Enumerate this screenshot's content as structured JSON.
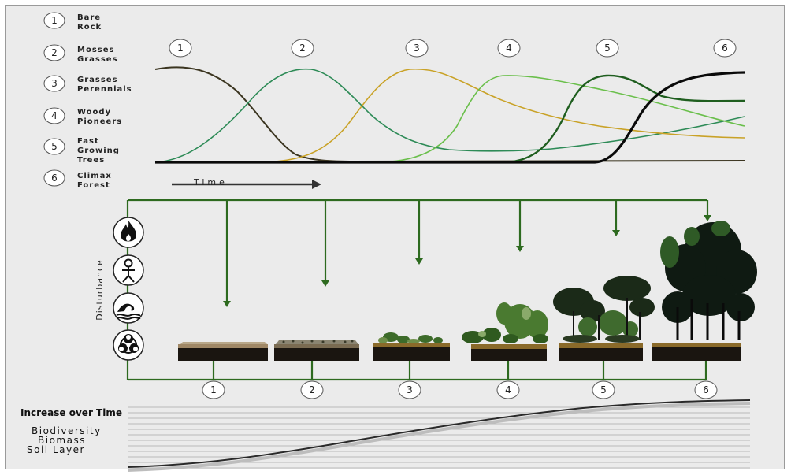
{
  "legend": [
    {
      "num": "1",
      "line1": "Bare",
      "line2": "Rock",
      "line3": ""
    },
    {
      "num": "2",
      "line1": "Mosses",
      "line2": "Grasses",
      "line3": ""
    },
    {
      "num": "3",
      "line1": "Grasses",
      "line2": "Perennials",
      "line3": ""
    },
    {
      "num": "4",
      "line1": "Woody",
      "line2": "Pioneers",
      "line3": ""
    },
    {
      "num": "5",
      "line1": "Fast",
      "line2": "Growing",
      "line3": "Trees"
    },
    {
      "num": "6",
      "line1": "Climax",
      "line2": "Forest",
      "line3": ""
    }
  ],
  "stage_numbers": [
    "1",
    "2",
    "3",
    "4",
    "5",
    "6"
  ],
  "time_label": "Time",
  "disturbance_label": "Disturbance",
  "disturbance_icons": [
    "fire-icon",
    "human-icon",
    "wave-icon",
    "biohazard-icon"
  ],
  "increase": {
    "title": "Increase over Time",
    "items": [
      "Biodiversity",
      "Biomass",
      "Soil Layer"
    ]
  },
  "colors": {
    "background": "#ebebeb",
    "connector_green": "#2d6a1f",
    "curve1": "#3b3520",
    "curve2": "#2e8b57",
    "curve3": "#c9a227",
    "curve4": "#6abf4b",
    "curve5": "#1f5e1f",
    "curve6": "#0a0a0a"
  }
}
